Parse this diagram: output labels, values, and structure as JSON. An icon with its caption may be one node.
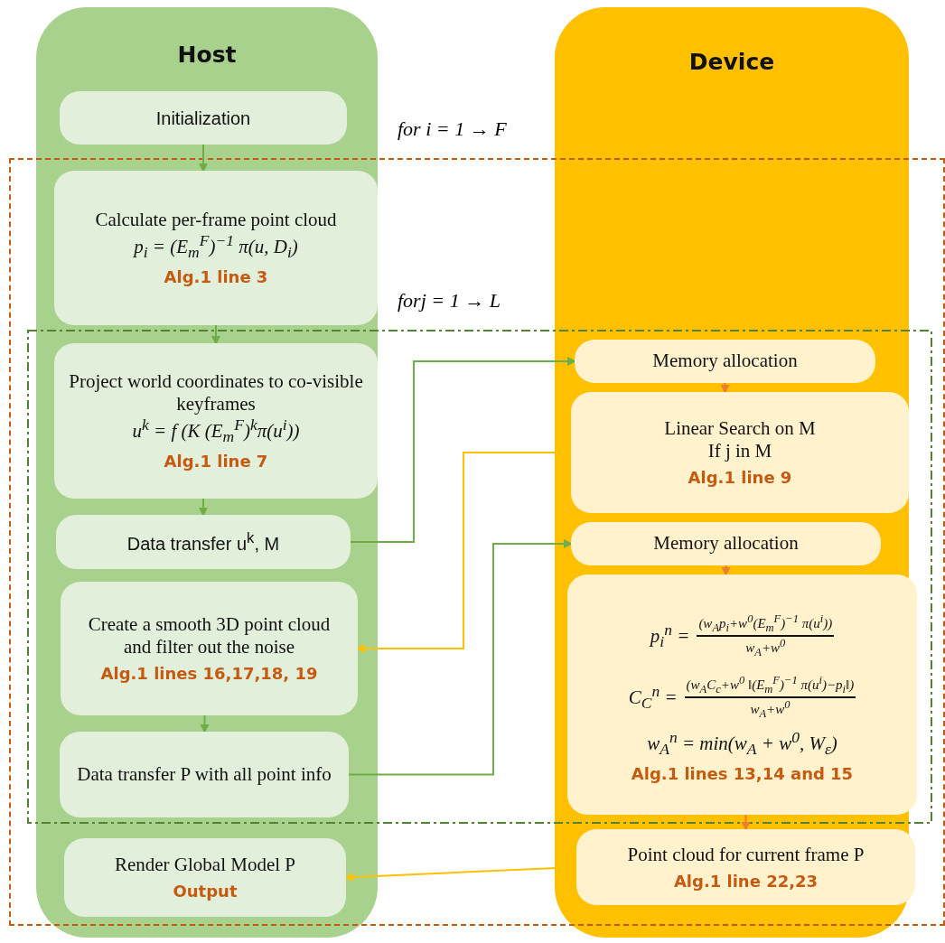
{
  "diagram": {
    "nodes": [
      {
        "text": [
          "Host"
        ]
      },
      {
        "text": [
          "Initialization"
        ],
        "in": 0
      },
      {
        "text": [
          "Calculate per-frame point cloud",
          "p$_{i}$ =   (E$_{m}$$^{F}$)$^{−1}$ π(u, D$_{i}$)",
          "Alg.1 line 3"
        ],
        "in": 0
      },
      {
        "text": [
          "Project world coordinates to co-visible keyframes",
          "u$^{k}$ = f (K (E$_{m}$$^{F}$)$^{k}$π(u$^{i}$))",
          "Alg.1 line 7"
        ],
        "in": 0
      },
      {
        "text": [
          "Data transfer u$^{k}$, M"
        ],
        "in": 0
      },
      {
        "text": [
          "Create a smooth 3D point cloud and filter out the noise",
          "Alg.1 lines 16,17,18, 19"
        ],
        "in": 0
      },
      {
        "text": [
          "Data transfer P with all point info"
        ],
        "in": 0
      },
      {
        "text": [
          "Render Global Model P",
          "Output"
        ],
        "in": 0
      },
      {
        "text": [
          "Device"
        ]
      },
      {
        "text": [
          "Memory allocation"
        ],
        "in": 8
      },
      {
        "text": [
          "Linear Search on M",
          "If j in M",
          "Alg.1 line 9"
        ],
        "in": 8
      },
      {
        "text": [
          "Memory allocation"
        ],
        "in": 8
      },
      {
        "text": [
          "p$_{i}$$^{n}$ =",
          "(w$_{A}$p$_{i}$+w$^{0}$(E$_{m}$$^{F}$)$^{−1}$ π(u$^{i}$))",
          "w$_{A}$+w$^{0}$",
          "C$_{C}$$^{n}$ =",
          "(w$_{A}$C$_{c}$+w$^{0}$ ‖(E$_{m}$$^{F}$)$^{−1}$ π(u$^{i}$)−p$_{i}$‖)",
          "w$_{A}$+w$^{0}$",
          "w$_{A}$$^{n}$ = min(w$_{A}$ + w$^{0}$, W$_{ε}$)",
          "Alg.1 lines 13,14 and 15"
        ],
        "in": 8
      },
      {
        "text": [
          "Point cloud for current frame P",
          "Alg.1 line 22,23"
        ],
        "in": 8
      }
    ],
    "labels": [
      "for i = 1 → F",
      "forj = 1 → L"
    ],
    "edges": [
      {
        "from": 1,
        "to": 2,
        "arrow": "to"
      },
      {
        "from": 2,
        "to": 3,
        "arrow": "to"
      },
      {
        "from": 3,
        "to": 4,
        "arrow": "to"
      },
      {
        "from": 4,
        "to": 9,
        "arrow": "to"
      },
      {
        "from": 9,
        "to": 10,
        "arrow": "to",
        "color": "#ed7d31"
      },
      {
        "from": 10,
        "to": 5,
        "arrow": "to",
        "color": "#ffc000"
      },
      {
        "from": 5,
        "to": 6,
        "arrow": "to"
      },
      {
        "from": 6,
        "to": 11,
        "arrow": "to"
      },
      {
        "from": 11,
        "to": 12,
        "arrow": "to",
        "color": "#ed7d31"
      },
      {
        "from": 12,
        "to": 13,
        "arrow": "to",
        "color": "#ed7d31"
      },
      {
        "from": 13,
        "to": 7,
        "arrow": "to",
        "color": "#ffc000"
      }
    ]
  }
}
